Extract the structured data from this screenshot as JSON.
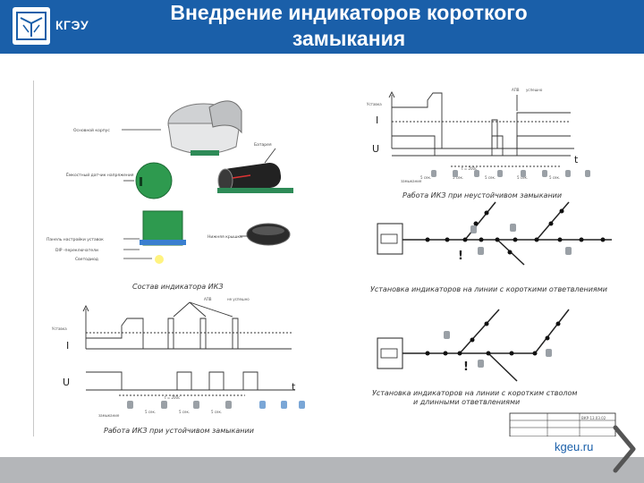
{
  "header": {
    "logo_text": "КГЭУ",
    "title_line1": "Внедрение индикаторов короткого",
    "title_line2": "замыкания"
  },
  "composition": {
    "caption": "Состав индикатора ИКЗ",
    "labels": {
      "housing": "Основной корпус",
      "sensor": "Ёмкостный датчик напряжения",
      "battery": "Батарея",
      "cover": "Нижняя крышка",
      "panel": "Панель настройки уставок",
      "dip": "DIP -переключатели",
      "led": "Светодиод"
    }
  },
  "stable_fault": {
    "caption": "Работа ИКЗ при устойчивом замыкании",
    "setpoint_label": "Уставка",
    "arc_label": "АПВ",
    "failed_label": "не успешно",
    "i_label": "I",
    "u_label": "U",
    "t_label": "t",
    "interval_label": "t = 200с",
    "fault_label": "замыкание",
    "pulse_labels": [
      "5 сек.",
      "5 сек.",
      "5 сек."
    ]
  },
  "unstable_fault": {
    "caption": "Работа ИКЗ при неустойчивом замыкании",
    "setpoint_label": "Уставка",
    "arc_label": "АПВ",
    "success_label": "успешно",
    "i_label": "I",
    "u_label": "U",
    "t_label": "t",
    "interval_label": "t = 200с",
    "fault_label": "замыкание",
    "pulse_labels": [
      "5 сек.",
      "5 сек.",
      "5 сек.",
      "5 сек.",
      "5 сек."
    ]
  },
  "short_branches": {
    "caption": "Установка индикаторов на линии с короткими ответвлениями"
  },
  "long_branches": {
    "caption_line1": "Установка индикаторов на линии с коротким стволом",
    "caption_line2": "и длинными ответвлениями"
  },
  "title_block": {
    "code": "ВКР-13.03.02"
  },
  "footer": {
    "site": "kgeu.ru"
  }
}
